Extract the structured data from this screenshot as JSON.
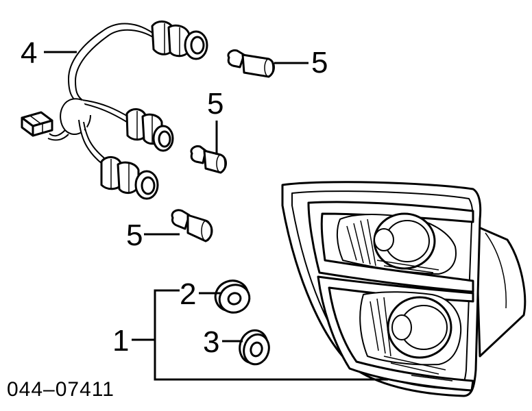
{
  "diagram": {
    "callouts": {
      "c1": "1",
      "c2": "2",
      "c3": "3",
      "c4": "4",
      "c5a": "5",
      "c5b": "5",
      "c5c": "5"
    },
    "part_number": "044–07411"
  }
}
